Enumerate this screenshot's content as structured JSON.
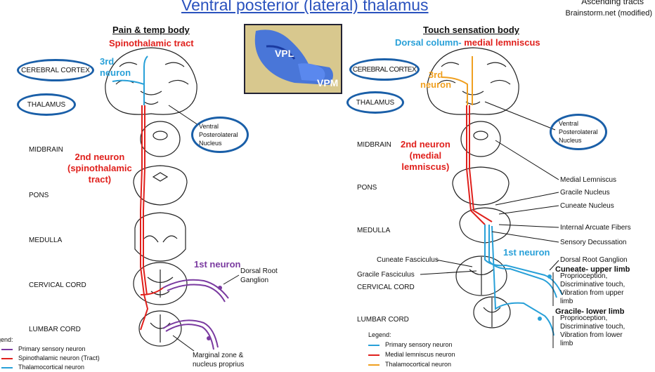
{
  "title": "Ventral posterior (lateral) thalamus",
  "corner": {
    "line1": "Ascending tracts",
    "line2": "Brainstorm.net (modified)"
  },
  "left": {
    "heading": "Pain & temp body",
    "subheading": "Spinothalamic tract",
    "ovals": {
      "cortex": "CEREBRAL CORTEX",
      "thalamus": "THALAMUS",
      "nucleus": "Ventral\nPosterolateral\nNucleus"
    },
    "levels": [
      "MIDBRAIN",
      "PONS",
      "MEDULLA",
      "CERVICAL CORD",
      "LUMBAR CORD"
    ],
    "neuron3": "3rd\nneuron",
    "neuron2": "2nd neuron\n(spinothalamic\ntract)",
    "neuron1": "1st neuron",
    "drg": "Dorsal Root\nGanglion",
    "marginal": "Marginal zone &\nnucleus proprius",
    "legend_title": "Legend:",
    "legend": [
      {
        "label": "Primary sensory neuron",
        "color": "#7a3aa0"
      },
      {
        "label": "Spinothalamic neuron (Tract)",
        "color": "#e0201c"
      },
      {
        "label": "Thalamocortical neuron",
        "color": "#28a0d8"
      }
    ]
  },
  "inset": {
    "vpl": "VPL",
    "vpm": "VPM"
  },
  "right": {
    "heading": "Touch sensation body",
    "subheading_a": "Dorsal column-",
    "subheading_b": " medial lemniscus",
    "ovals": {
      "cortex": "CEREBRAL CORTEX",
      "thalamus": "THALAMUS",
      "nucleus": "Ventral\nPosterolateral\nNucleus"
    },
    "levels": [
      "MIDBRAIN",
      "PONS",
      "MEDULLA",
      "CERVICAL CORD",
      "LUMBAR CORD"
    ],
    "neuron3": "3rd\nneuron",
    "neuron2": "2nd neuron\n(medial\nlemniscus)",
    "neuron1": "1st neuron",
    "labels": [
      "Medial Lemniscus",
      "Gracile Nucleus",
      "Cuneate Nucleus",
      "Internal Arcuate Fibers",
      "Sensory Decussation",
      "Dorsal Root Ganglion"
    ],
    "left_labels": [
      "Cuneate Fasciculus",
      "Gracile Fasciculus"
    ],
    "cuneate_head": "Cuneate- upper limb",
    "cuneate_desc": "Proprioception,\nDiscriminative touch,\nVibration from upper\nlimb",
    "gracile_head": "Gracile- lower limb",
    "gracile_desc": "Proprioception,\nDiscriminative touch,\nVibration from lower\nlimb",
    "legend_title": "Legend:",
    "legend": [
      {
        "label": "Primary sensory neuron",
        "color": "#28a0d8"
      },
      {
        "label": "Medial lemniscus neuron",
        "color": "#e0201c"
      },
      {
        "label": "Thalamocortical neuron",
        "color": "#f0a020"
      }
    ]
  }
}
